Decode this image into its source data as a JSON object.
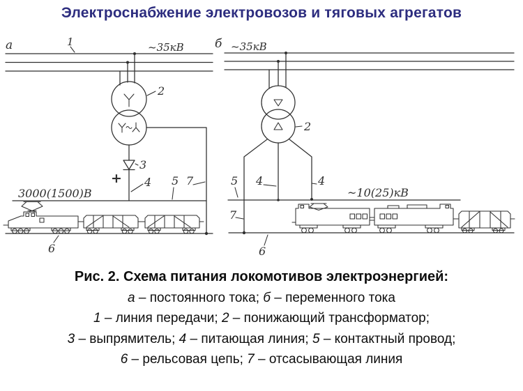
{
  "colors": {
    "title": "#2d2d7f",
    "ink": "#2f2f2f",
    "caption_text": "#0e0e0e",
    "background": "#ffffff"
  },
  "title": {
    "text": "Электроснабжение электровозов и тяговых агрегатов"
  },
  "diagram": {
    "left": {
      "scheme_label": "а",
      "transmission_line_label": "1",
      "voltage_top": "~35кВ",
      "transformer_label": "2",
      "winding_top": "Y",
      "winding_bottom_left": "Y",
      "winding_bottom_right": "Y",
      "rectifier_label": "3",
      "plus_sign": "+",
      "feed_label": "4",
      "contact_label": "5",
      "rail_label": "6",
      "suction_label": "7",
      "contact_voltage": "3000(1500)В"
    },
    "right": {
      "scheme_label": "б",
      "voltage_top": "~35кВ",
      "transformer_label": "2",
      "feed_label": "4",
      "contact_label": "5",
      "rail_label": "6",
      "suction_label": "7",
      "contact_voltage": "~10(25)кВ"
    }
  },
  "caption": {
    "title": "Рис. 2. Схема питания локомотивов электроэнергией:",
    "line_ab": [
      "а",
      " – постоянного тока; ",
      "б",
      " – переменного тока"
    ],
    "line_12": [
      "1",
      " – линия передачи; ",
      "2",
      " – понижающий трансформатор;"
    ],
    "line_345": [
      "3",
      " – выпрямитель; ",
      "4",
      " – питающая линия; ",
      "5",
      " – контактный провод;"
    ],
    "line_67": [
      "6",
      " – рельсовая цепь; ",
      "7",
      " – отсасывающая линия"
    ]
  }
}
